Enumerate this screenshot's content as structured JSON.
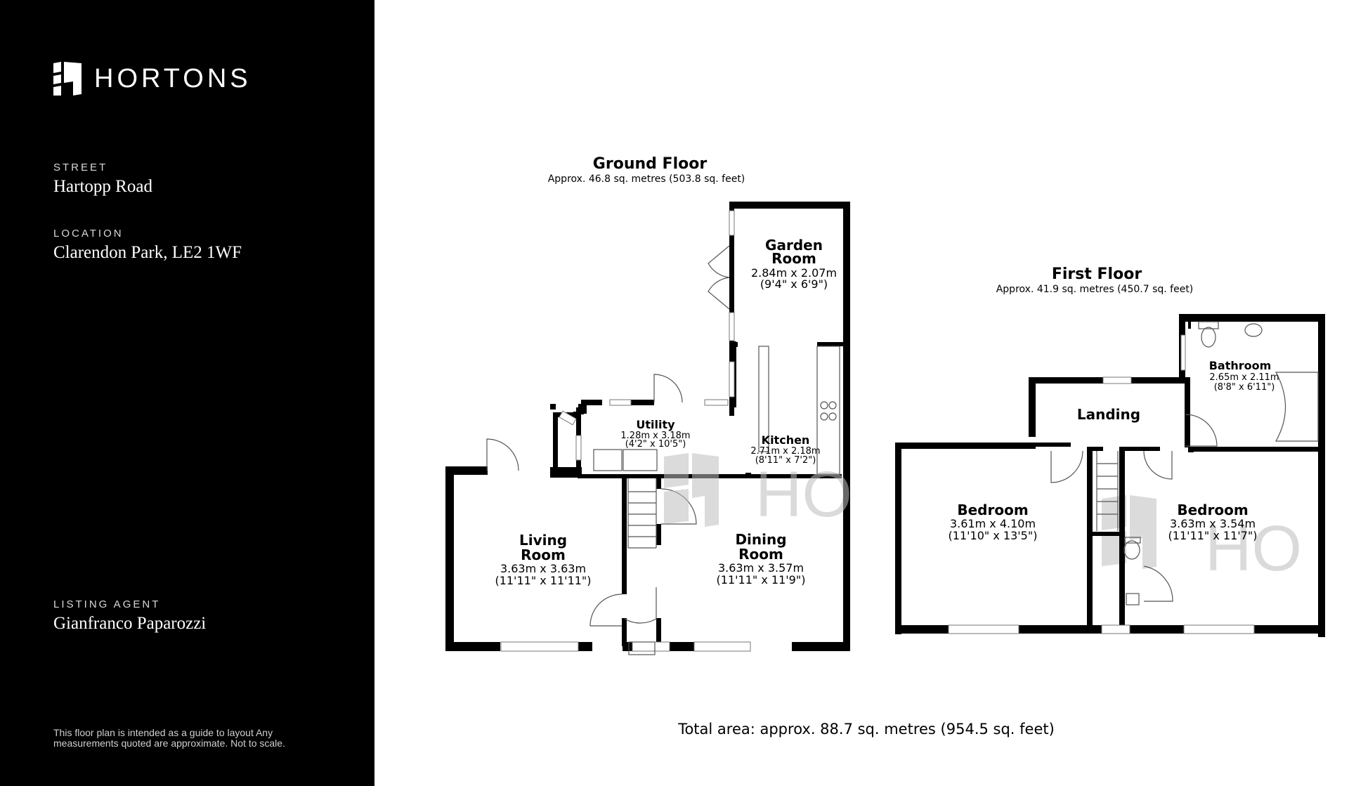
{
  "brand": {
    "name": "HORTONS",
    "logo_icon": "hortons-logo-icon"
  },
  "street": {
    "label": "STREET",
    "value": "Hartopp Road"
  },
  "location": {
    "label": "LOCATION",
    "value": "Clarendon Park, LE2 1WF"
  },
  "agent": {
    "label": "LISTING AGENT",
    "value": "Gianfranco Paparozzi"
  },
  "disclaimer": {
    "line1": "This floor plan is intended  as a guide to layout Any",
    "line2": "measurements quoted are approximate. Not to scale."
  },
  "ground_floor": {
    "title": "Ground Floor",
    "area": "Approx. 46.8 sq. metres (503.8 sq. feet)",
    "rooms": {
      "garden": {
        "name1": "Garden",
        "name2": "Room",
        "metric": "2.84m x 2.07m",
        "imperial": "(9'4\" x 6'9\")"
      },
      "utility": {
        "name": "Utility",
        "metric": "1.28m x 3.18m",
        "imperial": "(4'2\" x 10'5\")"
      },
      "kitchen": {
        "name": "Kitchen",
        "metric": "2.71m x 2.18m",
        "imperial": "(8'11\" x 7'2\")"
      },
      "living": {
        "name1": "Living",
        "name2": "Room",
        "metric": "3.63m x 3.63m",
        "imperial": "(11'11\" x 11'11\")"
      },
      "dining": {
        "name1": "Dining",
        "name2": "Room",
        "metric": "3.63m x 3.57m",
        "imperial": "(11'11\" x 11'9\")"
      }
    }
  },
  "first_floor": {
    "title": "First Floor",
    "area": "Approx. 41.9 sq. metres (450.7 sq. feet)",
    "rooms": {
      "bathroom": {
        "name": "Bathroom",
        "metric": "2.65m x 2.11m",
        "imperial": "(8'8\" x 6'11\")"
      },
      "landing": {
        "name": "Landing"
      },
      "bedroom1": {
        "name": "Bedroom",
        "metric": "3.61m x 4.10m",
        "imperial": "(11'10\" x 13'5\")"
      },
      "bedroom2": {
        "name": "Bedroom",
        "metric": "3.63m x 3.54m",
        "imperial": "(11'11\" x 11'7\")"
      }
    }
  },
  "watermark": {
    "text": "HO"
  },
  "total_area": "Total area: approx. 88.7 sq. metres (954.5 sq. feet)"
}
